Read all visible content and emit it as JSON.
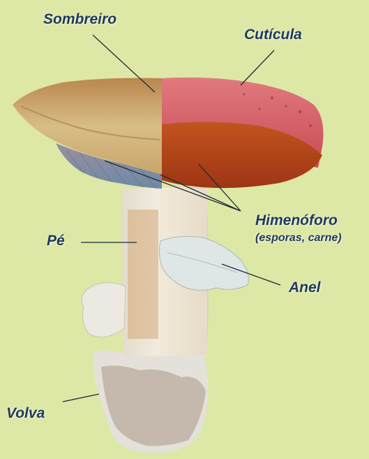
{
  "figure": {
    "background": "#dde8a6",
    "label_color": "#1f3a5a",
    "labels": {
      "sombreiro": "Sombreiro",
      "cuticula": "Cutícula",
      "himenoforo": "Himenóforo",
      "himenoforo_sub": "(esporas, carne)",
      "pe": "Pé",
      "anel": "Anel",
      "volva": "Volva"
    },
    "colors": {
      "cap_left": "#c9a872",
      "cap_right": "#d2575f",
      "gills_left": "#8fa3b5",
      "flesh_right": "#b5431c",
      "stem": "#e8e2d4",
      "volva": "#e6e3dc"
    }
  }
}
